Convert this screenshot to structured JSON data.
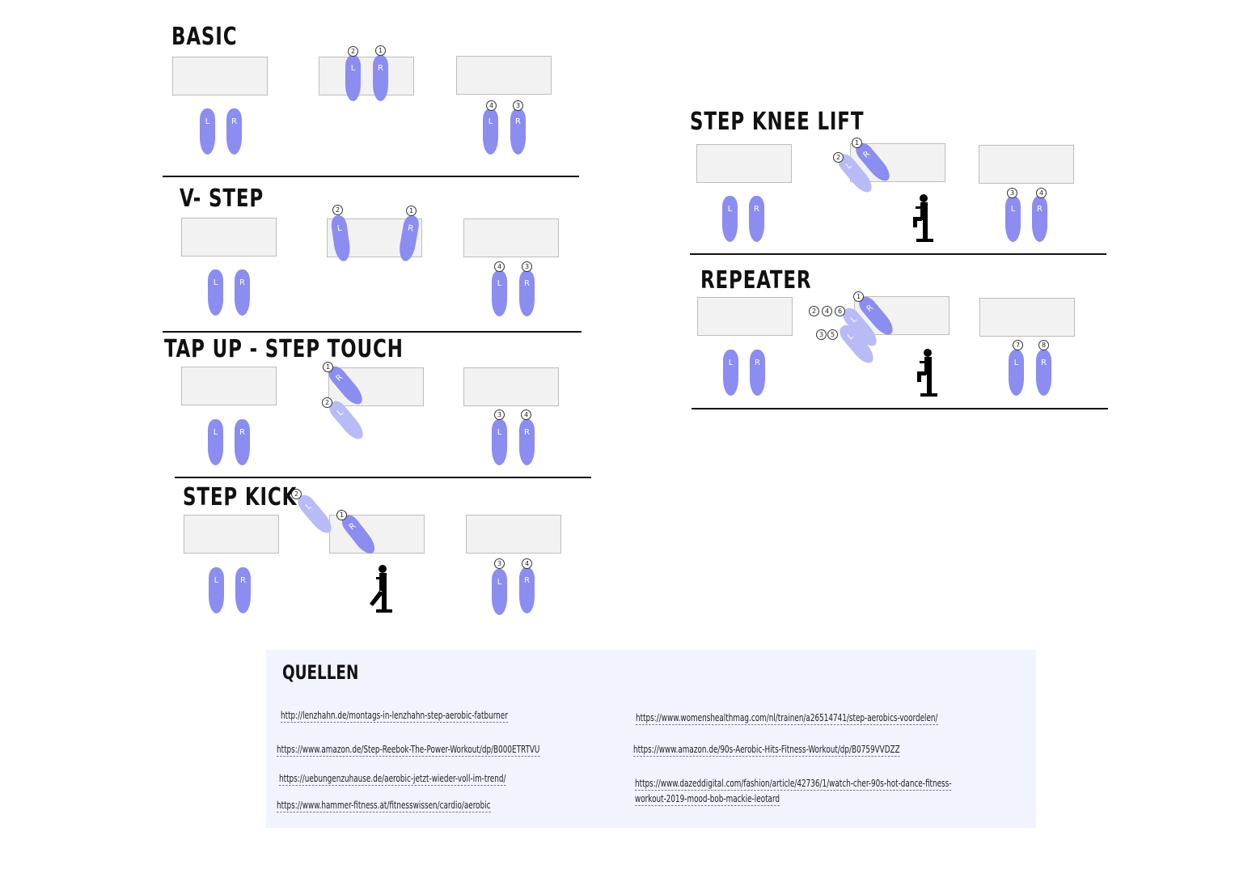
{
  "sections": {
    "basic": "BASIC",
    "v_step": "V- STEP",
    "tap_up": "TAP UP - STEP TOUCH",
    "step_kick": "STEP KICK",
    "step_knee_lift": "STEP KNEE LIFT",
    "repeater": "REPEATER"
  },
  "foot_labels": {
    "left": "L",
    "right": "R"
  },
  "step_numbers": [
    "1",
    "2",
    "3",
    "4",
    "5",
    "6",
    "7",
    "8"
  ],
  "colors": {
    "foot": "#8b8df0",
    "foot_light": "#b9bbf7",
    "platform": "#f2f2f2",
    "sources_bg": "#f1f3fd"
  },
  "sources": {
    "title": "QUELLEN",
    "links": [
      "http://lenzhahn.de/montags-in-lenzhahn-step-aerobic-fatburner",
      "https://www.womenshealthmag.com/nl/trainen/a26514741/step-aerobics-voordelen/",
      "https://www.amazon.de/Step-Reebok-The-Power-Workout/dp/B000ETRTVU",
      "https://www.amazon.de/90s-Aerobic-Hits-Fitness-Workout/dp/B0759VVDZZ",
      "https://uebungenzuhause.de/aerobic-jetzt-wieder-voll-im-trend/",
      "https://www.dazeddigital.com/fashion/article/42736/1/watch-cher-90s-hot-dance-fitness-",
      "workout-2019-mood-bob-mackie-leotard",
      "https://www.hammer-fitness.at/fitnesswissen/cardio/aerobic"
    ]
  }
}
